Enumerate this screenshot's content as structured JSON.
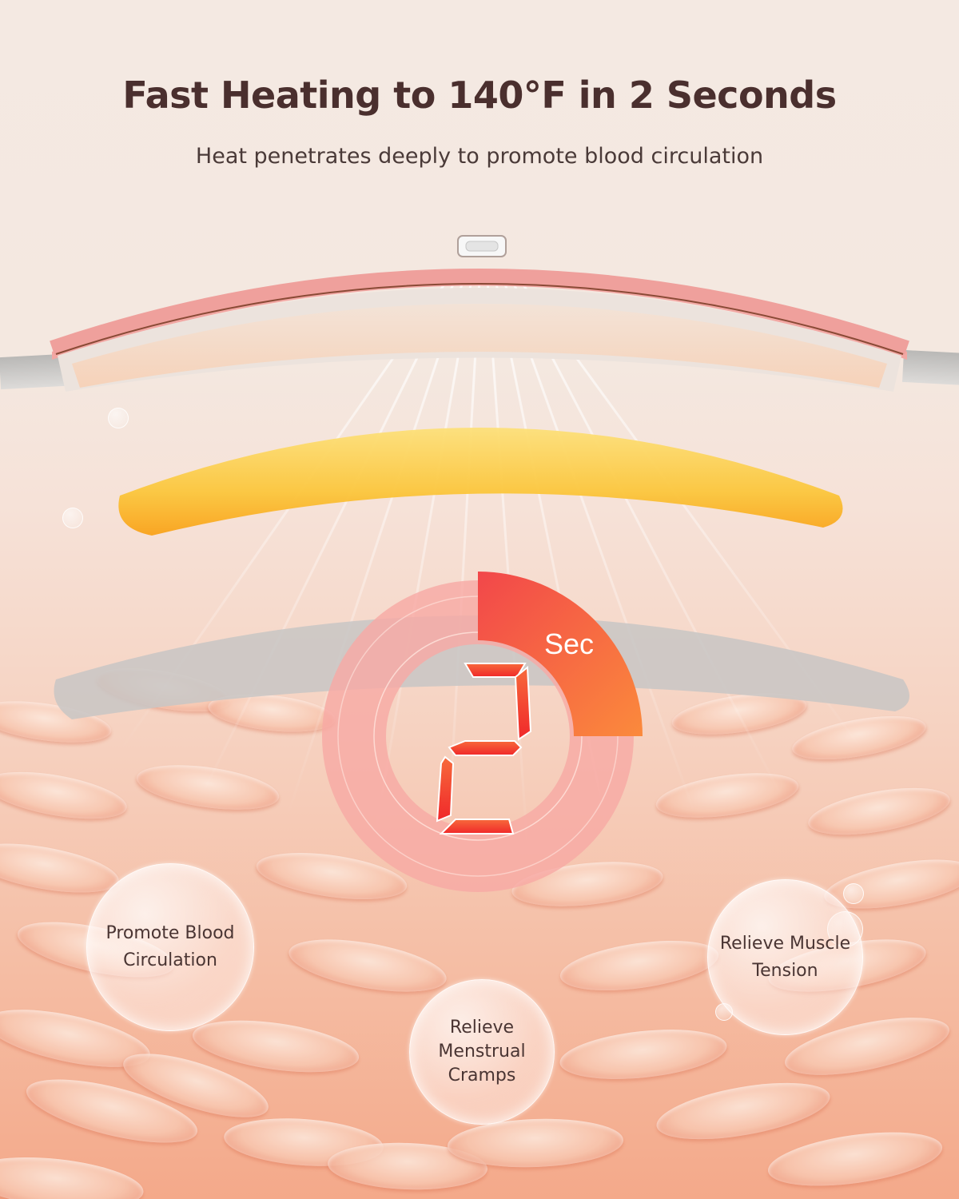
{
  "header": {
    "title": "Fast Heating to 140°F in 2 Seconds",
    "subtitle": "Heat penetrates deeply to promote blood circulation"
  },
  "timer": {
    "value": "2",
    "unit": "Sec",
    "colors": {
      "ring": "#f7a9a4",
      "progress_start": "#f2474a",
      "progress_end": "#fb8a3c",
      "digit": "#f03a2e"
    }
  },
  "layers": {
    "device_color": "#f2a7a3",
    "heating_film_color": "#fbb62a",
    "fabric_color": "#c8c6c4"
  },
  "benefits": [
    {
      "label_line1": "Promote Blood",
      "label_line2": "Circulation"
    },
    {
      "label_line1": "Relieve",
      "label_line2": "Menstrual",
      "label_line3": "Cramps"
    },
    {
      "label_line1": "Relieve Muscle",
      "label_line2": "Tension"
    }
  ],
  "colors": {
    "background_top": "#f4e9e2",
    "background_bottom": "#f4a98a",
    "text": "#4a2f2e"
  }
}
